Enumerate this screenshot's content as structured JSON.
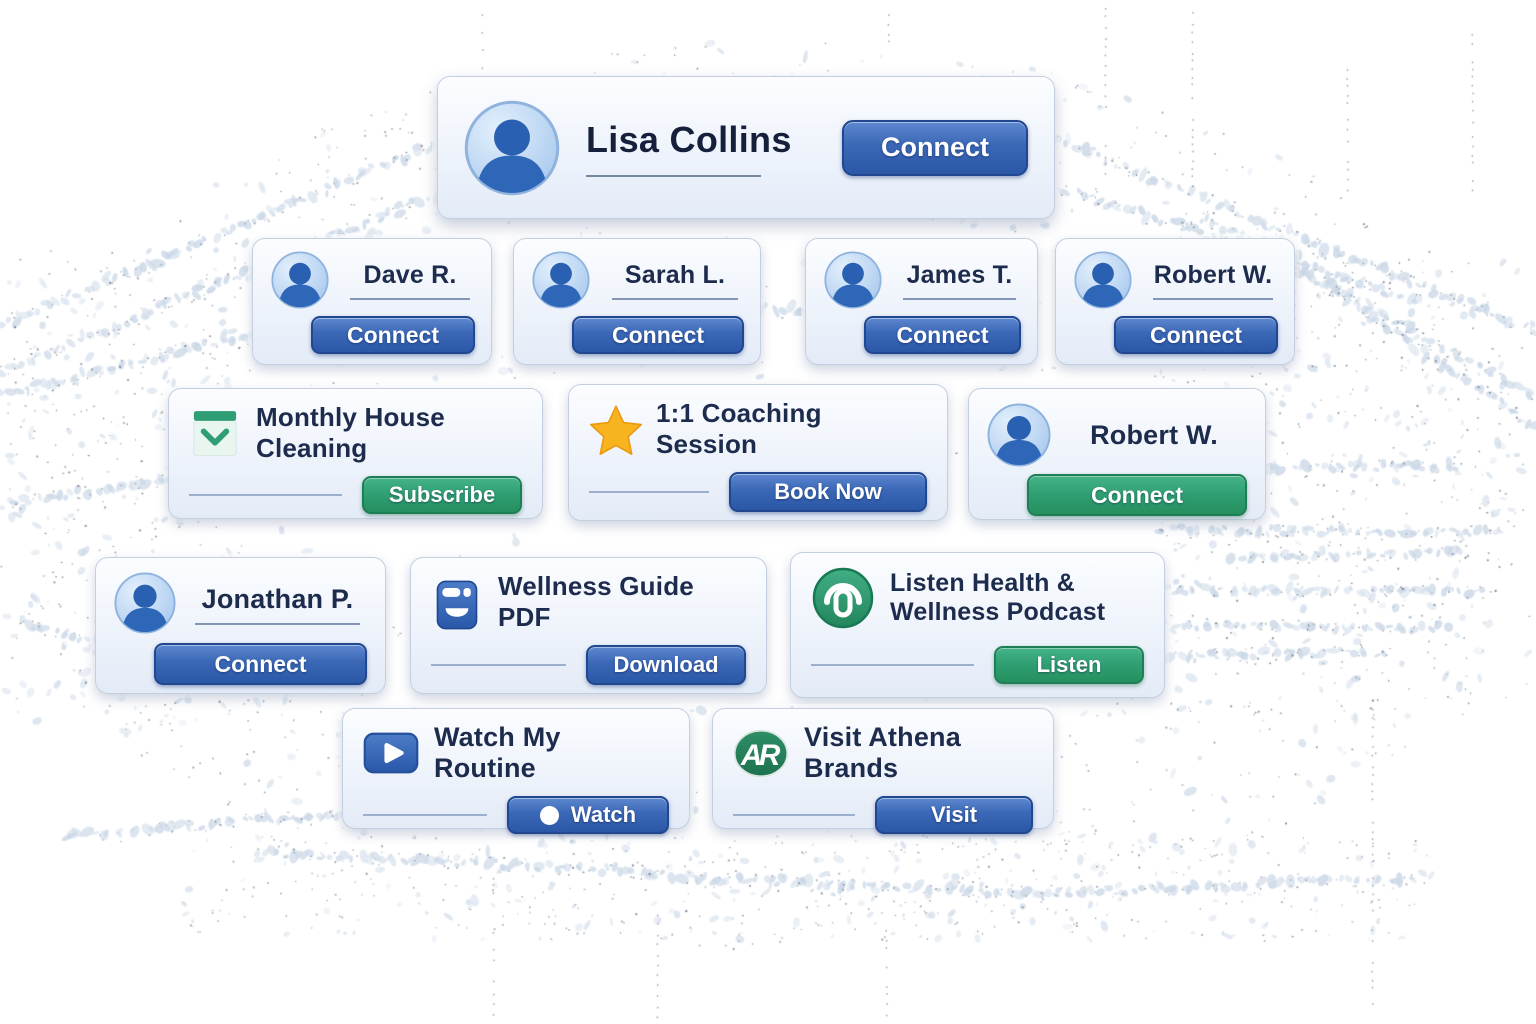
{
  "palette": {
    "blue_button": "#2e5cad",
    "green_button": "#2f9e72",
    "title_text": "#1d2b4d",
    "card_background": "#eef3fb"
  },
  "root_card": {
    "name": "Lisa Collins",
    "button": "Connect",
    "icon": "person-avatar"
  },
  "people": [
    {
      "name": "Dave R.",
      "button": "Connect",
      "icon": "person-avatar"
    },
    {
      "name": "Sarah L.",
      "button": "Connect",
      "icon": "person-avatar"
    },
    {
      "name": "James T.",
      "button": "Connect",
      "icon": "person-avatar"
    },
    {
      "name": "Robert W.",
      "button": "Connect",
      "icon": "person-avatar"
    },
    {
      "name": "Robert W.",
      "button": "Connect",
      "icon": "person-avatar"
    },
    {
      "name": "Jonathan P.",
      "button": "Connect",
      "icon": "person-avatar"
    }
  ],
  "offers": [
    {
      "title": "Monthly House Cleaning",
      "button": "Subscribe",
      "icon": "subscribe-checkbox"
    },
    {
      "title": "1:1 Coaching Session",
      "button": "Book Now",
      "icon": "star"
    },
    {
      "title": "Wellness Guide PDF",
      "button": "Download",
      "icon": "pdf-file"
    },
    {
      "title": "Listen Health & Wellness Podcast",
      "button": "Listen",
      "icon": "podcast"
    },
    {
      "title": "Watch My Routine",
      "button": "Watch",
      "icon": "video-play"
    },
    {
      "title": "Visit Athena Brands",
      "button": "Visit",
      "icon": "athena-monogram",
      "monogram": "AR"
    }
  ]
}
